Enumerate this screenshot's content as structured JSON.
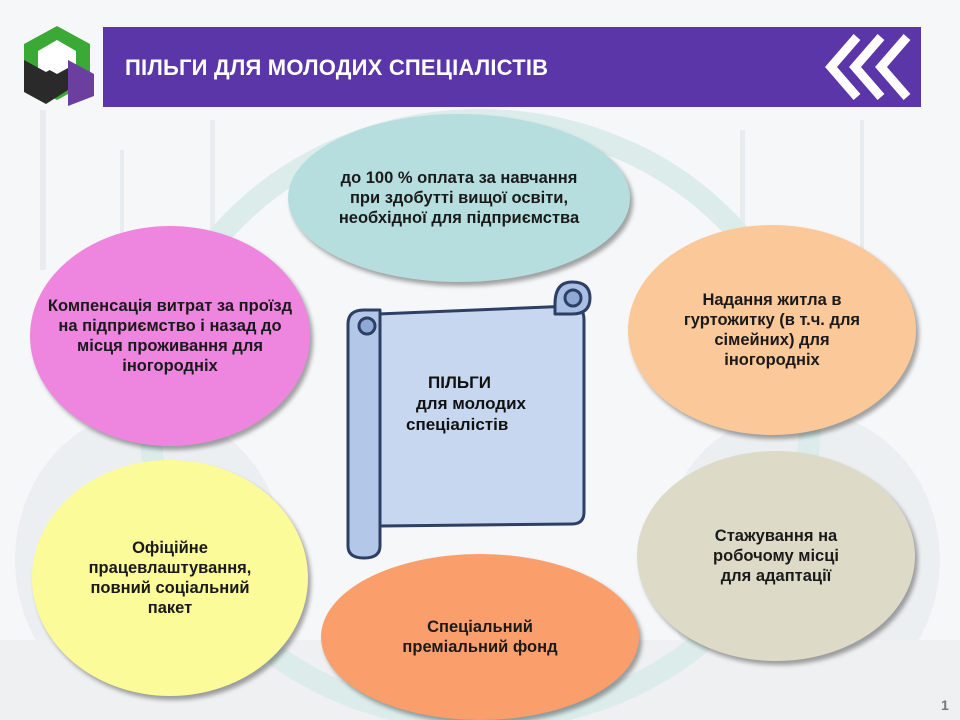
{
  "header": {
    "title": "ПІЛЬГИ ДЛЯ МОЛОДИХ СПЕЦІАЛІСТІВ"
  },
  "center": {
    "line1": "ПІЛЬГИ",
    "line2": "для молодих",
    "line3": "спеціалістів"
  },
  "benefits": [
    {
      "id": "tuition",
      "text": "до 100 % оплата за навчання при здобутті вищої освіти, необхідної для підприємства",
      "color": "#b7dede"
    },
    {
      "id": "travel",
      "text": "Компенсація витрат за проїзд на підприємство і назад до місця проживання для іногородніх",
      "color": "#ee86e0"
    },
    {
      "id": "housing",
      "text": "Надання житла в гуртожитку (в т.ч. для сімейних) для іногородніх",
      "color": "#fbc89a"
    },
    {
      "id": "employment",
      "text": "Офіційне працевлаштування, повний соціальний пакет",
      "color": "#fbfb9a"
    },
    {
      "id": "bonus-fund",
      "text": "Спеціальний преміальний фонд",
      "color": "#fa9f6c"
    },
    {
      "id": "internship",
      "text": "Стажування на робочому місці для адаптації",
      "color": "#dddbc8"
    }
  ],
  "page_number": "1",
  "colors": {
    "title_bar": "#5a36a8",
    "logo_green": "#3aa935",
    "logo_purple": "#6b3fa0",
    "logo_dark": "#2a2a2a",
    "scroll_fill": "#c7d7ef",
    "scroll_stroke": "#2e3f66"
  }
}
